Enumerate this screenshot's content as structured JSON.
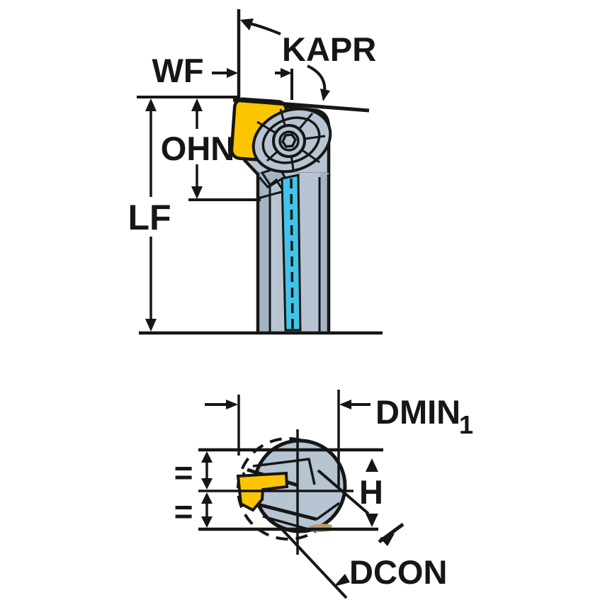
{
  "drawing": {
    "title": "tool-holder-dimension-drawing",
    "side_view": {
      "kapr_label": "KAPR",
      "wf_label": "WF",
      "ohn_label": "OHN",
      "lf_label": "LF"
    },
    "end_view": {
      "dmin_label": "DMIN",
      "dmin_subscript": "1",
      "h_label": "H",
      "dcon_label": "DCON",
      "equal_top_label": "=",
      "equal_bottom_label": "="
    },
    "colors": {
      "body": "#b7c5d2",
      "body_shade": "#a4b4c3",
      "insert_yellow": "#fbc502",
      "coolant_cyan": "#41c4e9",
      "seat_tan": "#c09a70",
      "line": "#161616"
    }
  }
}
